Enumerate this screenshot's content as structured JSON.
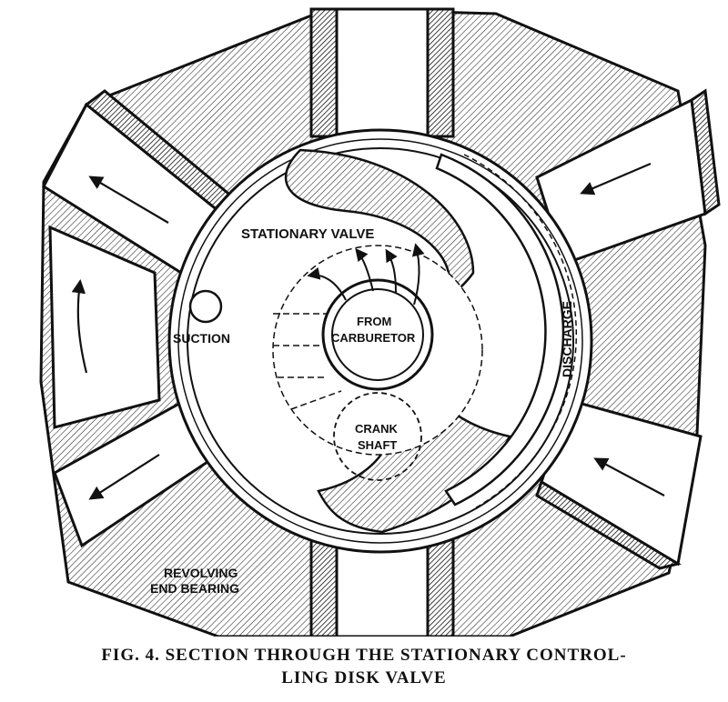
{
  "labels": {
    "stationary_valve": "STATIONARY VALVE",
    "from_1": "FROM",
    "from_2": "CARBURETOR",
    "suction": "SUCTION",
    "crank_1": "CRANK",
    "crank_2": "SHAFT",
    "discharge": "DISCHARGE",
    "revolving_1": "REVOLVING",
    "revolving_2": "END BEARING"
  },
  "caption": {
    "line1": "FIG. 4.  SECTION THROUGH THE STATIONARY CONTROL-",
    "line2": "LING DISK VALVE"
  },
  "colors": {
    "ink": "#111111",
    "paper": "#ffffff"
  }
}
